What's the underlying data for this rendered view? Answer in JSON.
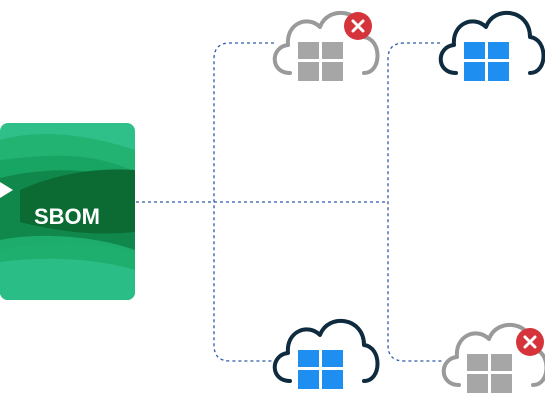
{
  "sbom": {
    "label": "SBOM"
  },
  "colors": {
    "sbom_green_light": "#2fc08a",
    "sbom_green_mid": "#17a65f",
    "sbom_green_dark": "#0b6b33",
    "connector_blue": "#2f5aa8",
    "cloud_outline_dark": "#0e2b3f",
    "cloud_outline_grey": "#9a9a9a",
    "windows_blue": "#1e8ef0",
    "windows_grey": "#a6a6a6",
    "error_red": "#d6343b"
  },
  "nodes": [
    {
      "id": "cloud-top-left",
      "status": "failed",
      "icon": "windows-logo-grey",
      "badge": "error-x-icon"
    },
    {
      "id": "cloud-top-right",
      "status": "ok",
      "icon": "windows-logo-blue"
    },
    {
      "id": "cloud-bottom-left",
      "status": "ok",
      "icon": "windows-logo-blue"
    },
    {
      "id": "cloud-bottom-right",
      "status": "failed",
      "icon": "windows-logo-grey",
      "badge": "error-x-icon"
    }
  ]
}
